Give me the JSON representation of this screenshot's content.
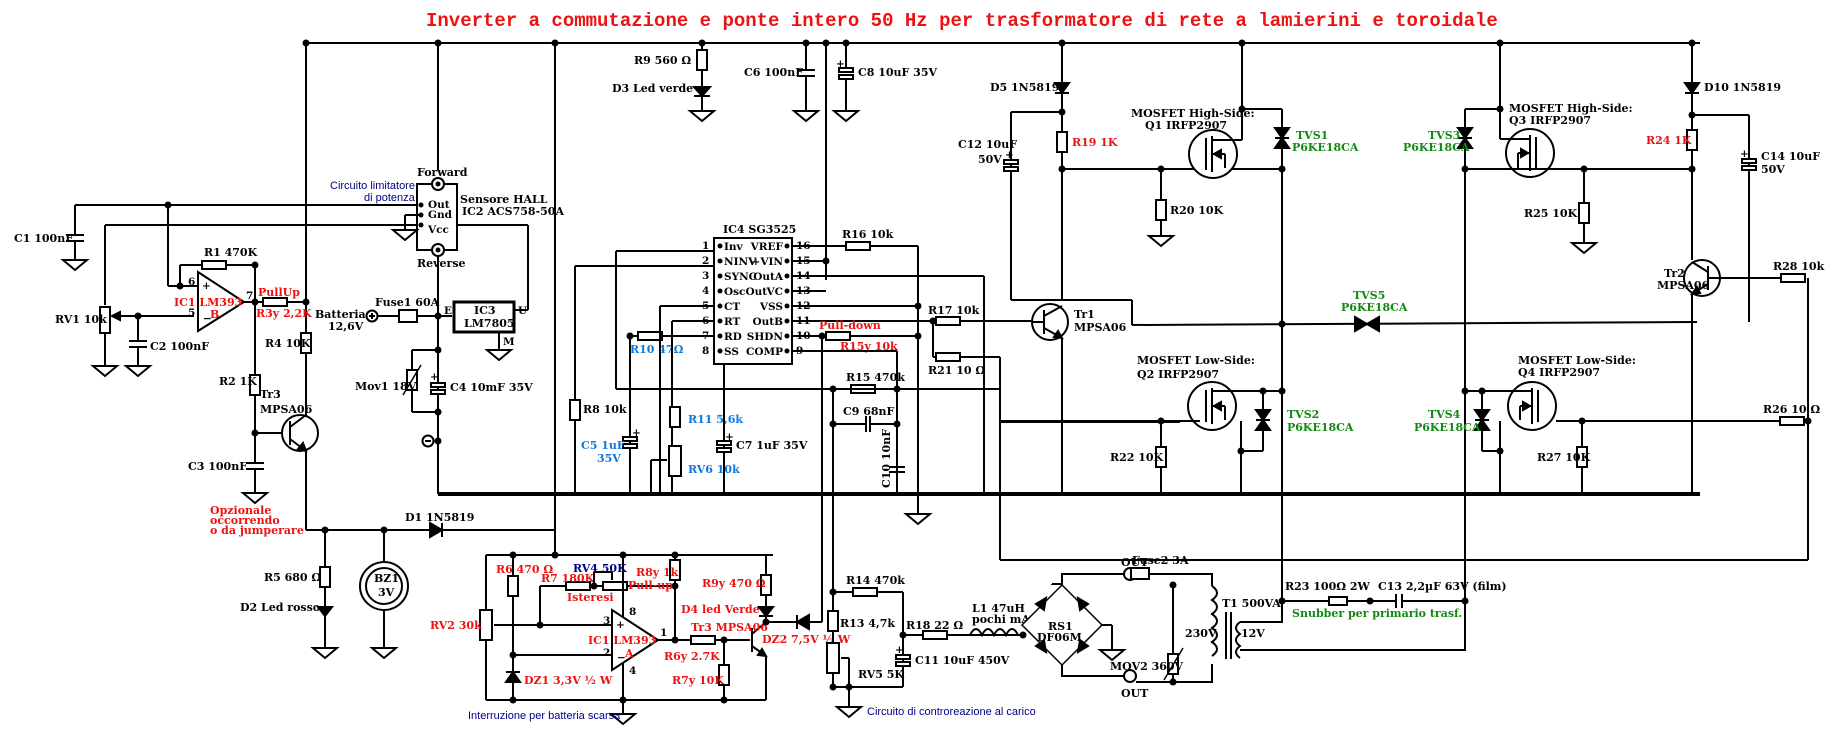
{
  "title": "Inverter a commutazione e ponte intero 50 Hz per trasformatore di rete a lamierini e toroidale",
  "colors": {
    "title": "#ee1111",
    "label_default": "#000000",
    "label_highlight": "#ee1111",
    "label_tvs": "#118811",
    "label_timing": "#1177dd",
    "note": "#000088"
  },
  "notes": {
    "power_limiter": [
      "Circuito limitatore",
      "di potenza"
    ],
    "low_battery": "Interruzione per batteria scarsa",
    "load_feedback": "Circuito di controreazione al carico",
    "optional": [
      "Opzionale",
      "occorrendo",
      "o da jumperare"
    ],
    "snubber": "Snubber per primario trasf."
  },
  "components": {
    "c1": "C1 100nF",
    "c2": "C2 100nF",
    "c3": "C3 100nF",
    "rv1": "RV1 10k",
    "r1": "R1 470K",
    "ic1b": [
      "IC1 LM393",
      "B"
    ],
    "pullup": "PullUp",
    "r3y": "R3y 2,2K",
    "r4": "R4 10K",
    "r2": "R2 1K",
    "tr3_top": [
      "Tr3",
      "MPSA06"
    ],
    "batteria": [
      "Batteria",
      "12,6V"
    ],
    "fuse1": "Fuse1 60A",
    "ic3": [
      "IC3",
      "LM7805"
    ],
    "ic3_pins": {
      "in": "E",
      "out": "U",
      "gnd": "M"
    },
    "ic2": [
      "Sensore HALL",
      "IC2 ACS758-50A"
    ],
    "ic2_pins": [
      "Out",
      "Gnd",
      "Vcc"
    ],
    "forward": "Forward",
    "reverse": "Reverse",
    "mov1": "Mov1 18V",
    "c4": "C4 10mF 35V",
    "d1": "D1 1N5819",
    "r5": "R5 680 Ω",
    "d2": "D2 Led rosso",
    "bz1": [
      "BZ1",
      "3V"
    ],
    "r9": "R9 560 Ω",
    "d3": "D3 Led verde",
    "c6": "C6 100nF",
    "c8": "C8 10uF 35V",
    "ic4": "IC4 SG3525",
    "ic4_left": [
      {
        "num": "1",
        "name": "Inv"
      },
      {
        "num": "2",
        "name": "NINV"
      },
      {
        "num": "3",
        "name": "SYNC"
      },
      {
        "num": "4",
        "name": "OscOut"
      },
      {
        "num": "5",
        "name": "CT"
      },
      {
        "num": "6",
        "name": "RT"
      },
      {
        "num": "7",
        "name": "RD"
      },
      {
        "num": "8",
        "name": "SS"
      }
    ],
    "ic4_right": [
      {
        "num": "16",
        "name": "VREF"
      },
      {
        "num": "15",
        "name": "+VIN"
      },
      {
        "num": "14",
        "name": "OutA"
      },
      {
        "num": "13",
        "name": "VC"
      },
      {
        "num": "12",
        "name": "VSS"
      },
      {
        "num": "11",
        "name": "OutB"
      },
      {
        "num": "10",
        "name": "SHDN"
      },
      {
        "num": "9",
        "name": "COMP"
      }
    ],
    "r10": "R10 47Ω",
    "r8": "R8 10k",
    "c5": [
      "C5 1uF",
      "35V"
    ],
    "r11": "R11 5,6k",
    "rv6": "RV6 10k",
    "c7": "C7 1uF 35V",
    "r16": "R16 10k",
    "pulldown": "Pull-down",
    "r15y": "R15y 10k",
    "r15": "R15 470k",
    "c9": "C9 68nF",
    "c10": "C10 10nF",
    "r17": "R17 10k",
    "r21": "R21 10 Ω",
    "d5": "D5 1N5819",
    "c12": [
      "C12 10uF",
      "50V"
    ],
    "r19": "R19 1K",
    "q1": [
      "MOSFET High-Side:",
      "Q1 IRFP2907"
    ],
    "tvs1": [
      "TVS1",
      "P6KE18CA"
    ],
    "r20": "R20 10K",
    "tr1": [
      "Tr1",
      "MPSA06"
    ],
    "tvs5": [
      "TVS5",
      "P6KE18CA"
    ],
    "q2": [
      "MOSFET Low-Side:",
      "Q2 IRFP2907"
    ],
    "tvs2": [
      "TVS2",
      "P6KE18CA"
    ],
    "r22": "R22 10K",
    "tvs3": [
      "TVS3",
      "P6KE18CA"
    ],
    "q3": [
      "MOSFET High-Side:",
      "Q3 IRFP2907"
    ],
    "r25": "R25 10K",
    "d10": "D10 1N5819",
    "r24": "R24 1K",
    "c14": [
      "C14 10uF",
      "50V"
    ],
    "tr2": [
      "Tr2",
      "MPSA06"
    ],
    "r28": "R28 10k",
    "tvs4": [
      "TVS4",
      "P6KE18CA"
    ],
    "q4": [
      "MOSFET Low-Side:",
      "Q4 IRFP2907"
    ],
    "r27": "R27 10K",
    "r26": "R26 10 Ω",
    "r6": "R6 470 Ω",
    "r7": "R7 180K",
    "rv4": "RV4 50K",
    "isteresi": "Isteresi",
    "r8y": [
      "R8y 1k",
      "Pull-up"
    ],
    "r9y": "R9y 470 Ω",
    "d4": "D4 led Verde",
    "tr3_bottom": "Tr3 MPSA06",
    "dz2": "DZ2 7,5V ½ W",
    "rv2": "RV2 30k",
    "ic1a": [
      "IC1 LM393",
      "A"
    ],
    "ic1a_pins": {
      "plus": "3",
      "minus": "2",
      "out": "1",
      "vcc": "8",
      "gnd": "4"
    },
    "ic1b_pins": {
      "plus": "6",
      "minus": "5",
      "out": "7"
    },
    "r6y": "R6y 2.7K",
    "r7y": "R7y 10K",
    "dz1": "DZ1 3,3V ½ W",
    "r14": "R14 470k",
    "r13": "R13 4,7k",
    "rv5": "RV5 5K",
    "r18": "R18 22 Ω",
    "c11": "C11 10uF 450V",
    "l1": [
      "L1 47uH",
      "pochi mA"
    ],
    "rs1": [
      "RS1",
      "DF06M"
    ],
    "out_top": "OUT",
    "out_bottom": "OUT",
    "fuse2": "Fuse2 3A",
    "mov2": "MOV2 360V",
    "t1": "T1 500VA",
    "t1_primary": "230V",
    "t1_secondary": "12V",
    "r23": "R23 100Ω 2W",
    "c13": "C13 2,2µF 63V (film)"
  }
}
